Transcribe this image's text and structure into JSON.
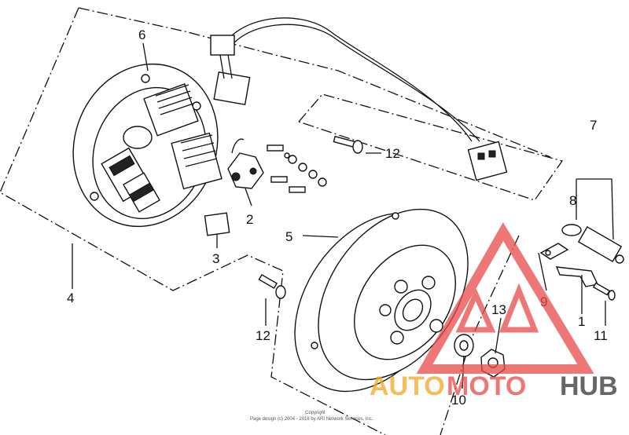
{
  "callouts": [
    {
      "id": "6",
      "label": "6"
    },
    {
      "id": "2",
      "label": "2"
    },
    {
      "id": "3",
      "label": "3"
    },
    {
      "id": "4",
      "label": "4"
    },
    {
      "id": "5",
      "label": "5"
    },
    {
      "id": "12a",
      "label": "12"
    },
    {
      "id": "12b",
      "label": "12"
    },
    {
      "id": "7",
      "label": "7"
    },
    {
      "id": "8",
      "label": "8"
    },
    {
      "id": "9",
      "label": "9"
    },
    {
      "id": "1",
      "label": "1"
    },
    {
      "id": "11",
      "label": "11"
    },
    {
      "id": "13",
      "label": "13"
    },
    {
      "id": "10",
      "label": "10"
    }
  ],
  "watermark": {
    "part1": "AUTO",
    "part2": "MOTO",
    "part3": "HUB",
    "color_orange": "#f5a623",
    "color_red": "#e84a4a",
    "color_dark": "#333333"
  },
  "copyright": {
    "line1": "Copyright",
    "line2": "Page design (c) 2004 - 2016 by ARI Network Services, Inc."
  }
}
